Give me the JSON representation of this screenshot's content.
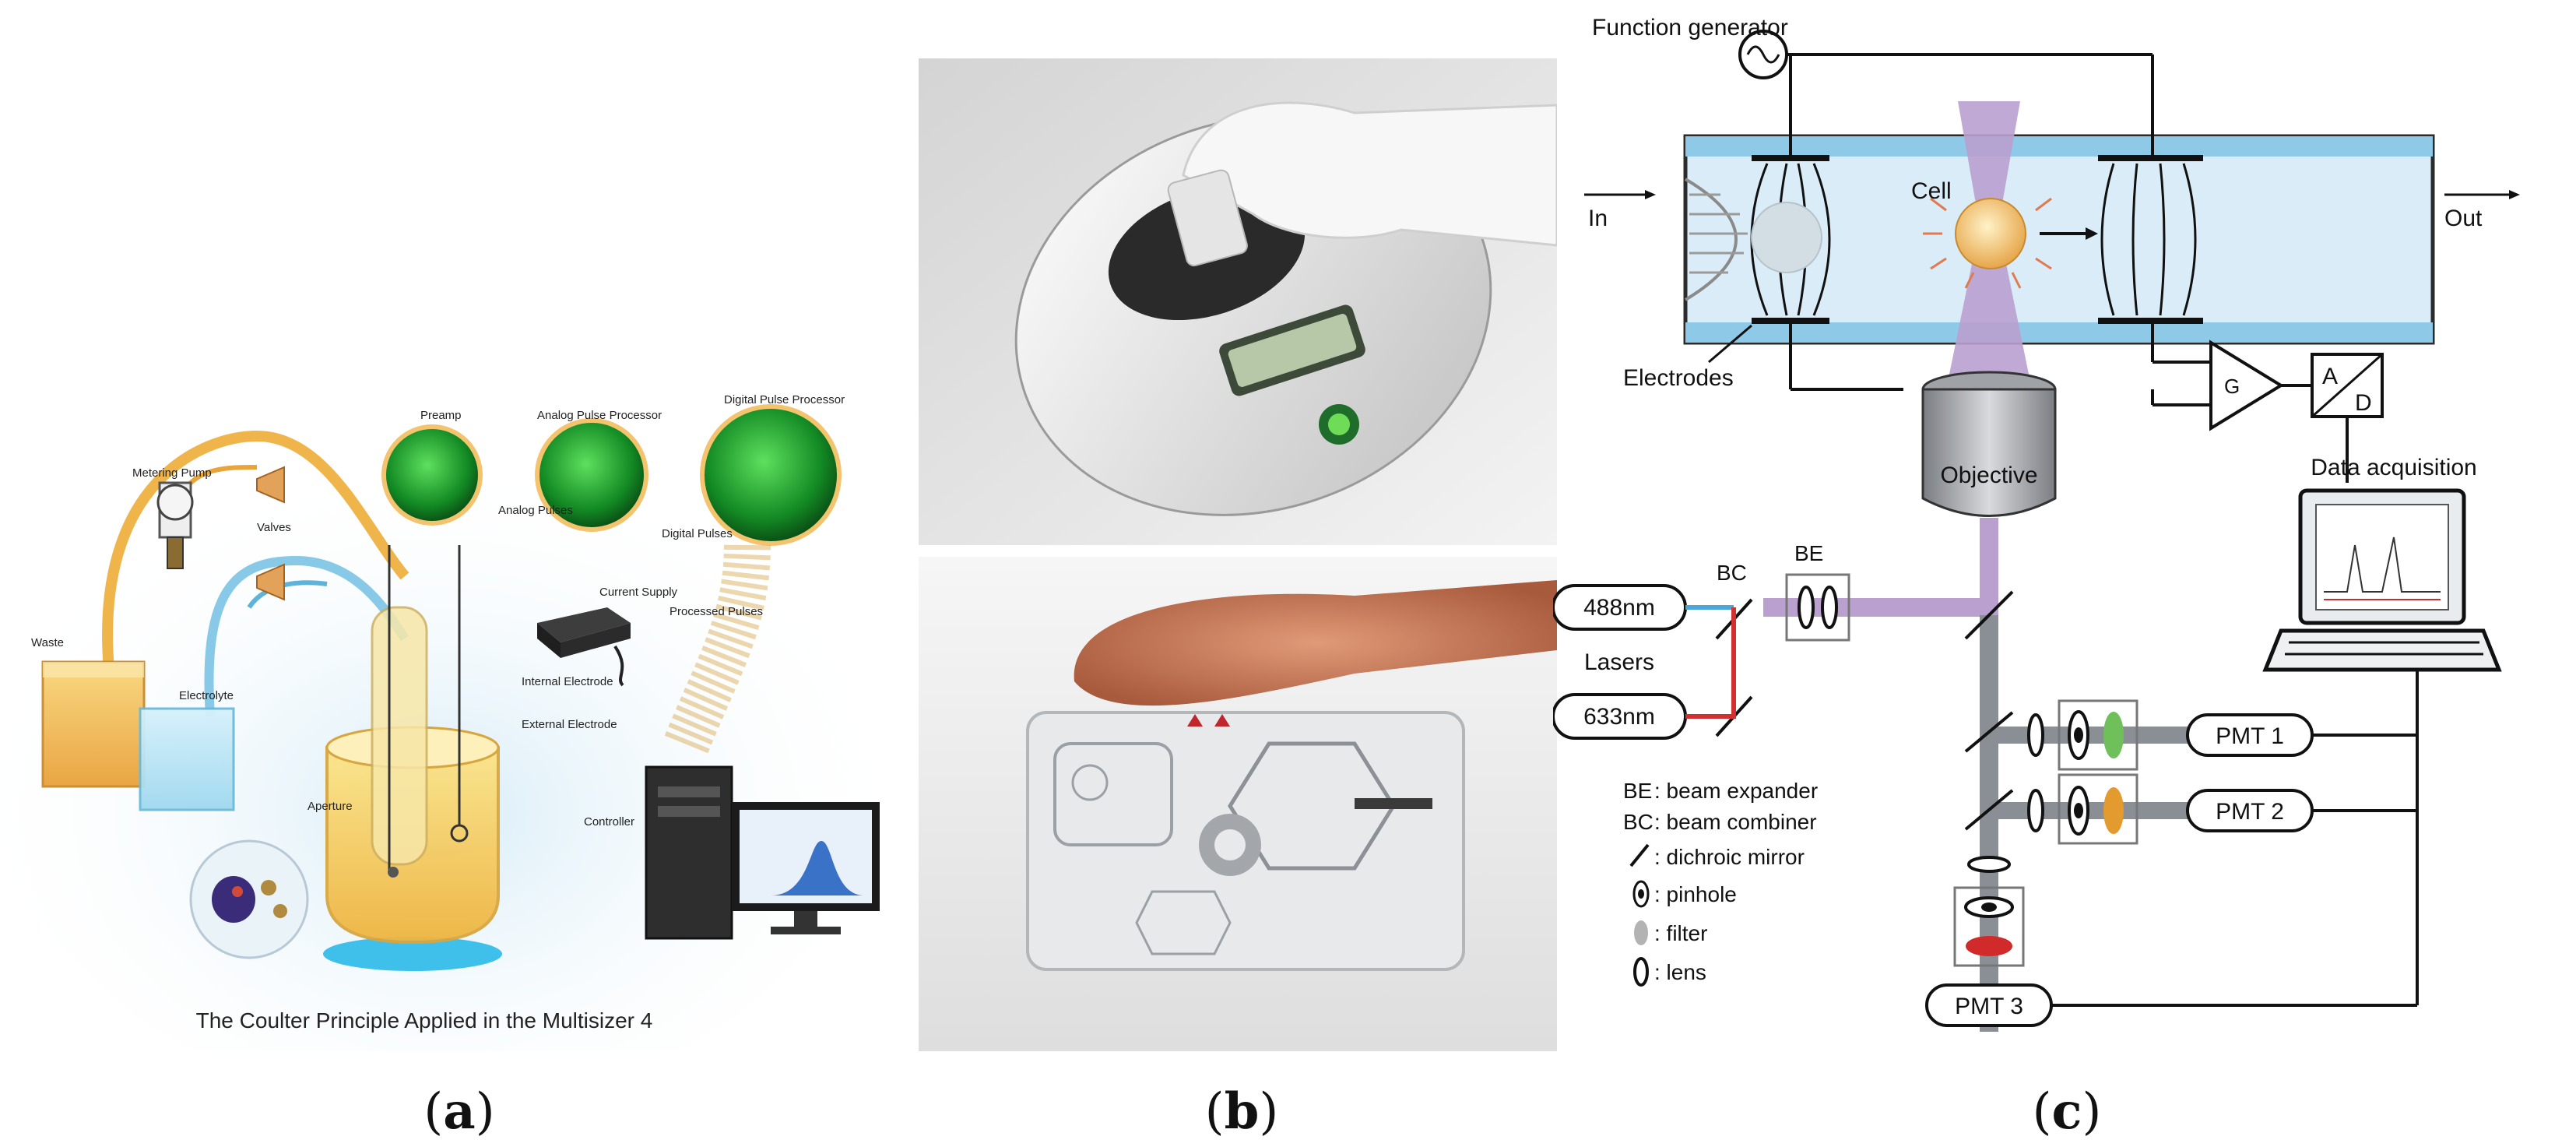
{
  "panel_a": {
    "caption_label": "a",
    "title": "The Coulter Principle Applied in the Multisizer 4",
    "labels": {
      "metering_pump": "Metering Pump",
      "valves": "Valves",
      "waste": "Waste",
      "electrolyte": "Electrolyte",
      "preamp": "Preamp",
      "analog_pulse_processor": "Analog Pulse Processor",
      "digital_pulse_processor": "Digital Pulse Processor",
      "analog_pulses": "Analog Pulses",
      "digital_pulses": "Digital Pulses",
      "current_supply": "Current Supply",
      "processed_pulses": "Processed Pulses",
      "internal_electrode": "Internal Electrode",
      "external_electrode": "External Electrode",
      "aperture": "Aperture",
      "controller": "Controller"
    }
  },
  "panel_b": {
    "caption_label": "b"
  },
  "panel_c": {
    "caption_label": "c",
    "labels": {
      "function_generator": "Function generator",
      "in": "In",
      "out": "Out",
      "cell": "Cell",
      "electrodes": "Electrodes",
      "objective": "Objective",
      "data_acquisition": "Data acquisition",
      "amp_g": "G",
      "ad_a": "A",
      "ad_d": "D",
      "lasers": "Lasers",
      "bc": "BC",
      "be": "BE"
    },
    "lasers": [
      "488nm",
      "633nm"
    ],
    "pmts": [
      "PMT 1",
      "PMT 2",
      "PMT 3"
    ],
    "legend": [
      {
        "symbol": "BE",
        "text": ": beam expander"
      },
      {
        "symbol": "BC",
        "text": ": beam combiner"
      },
      {
        "symbol": "dichroic",
        "text": ": dichroic mirror"
      },
      {
        "symbol": "pinhole",
        "text": ": pinhole"
      },
      {
        "symbol": "filter",
        "text": ": filter"
      },
      {
        "symbol": "lens",
        "text": ": lens"
      }
    ],
    "colors": {
      "laser_488": "#4aa8d8",
      "laser_633": "#d03030",
      "beam": "#b9a0cf",
      "gray_beam": "#8a8f96",
      "green_filter": "#6fbf5a",
      "orange_filter": "#e39a2e",
      "red_filter": "#d02a2a",
      "channel": "#d9ecf7"
    }
  }
}
